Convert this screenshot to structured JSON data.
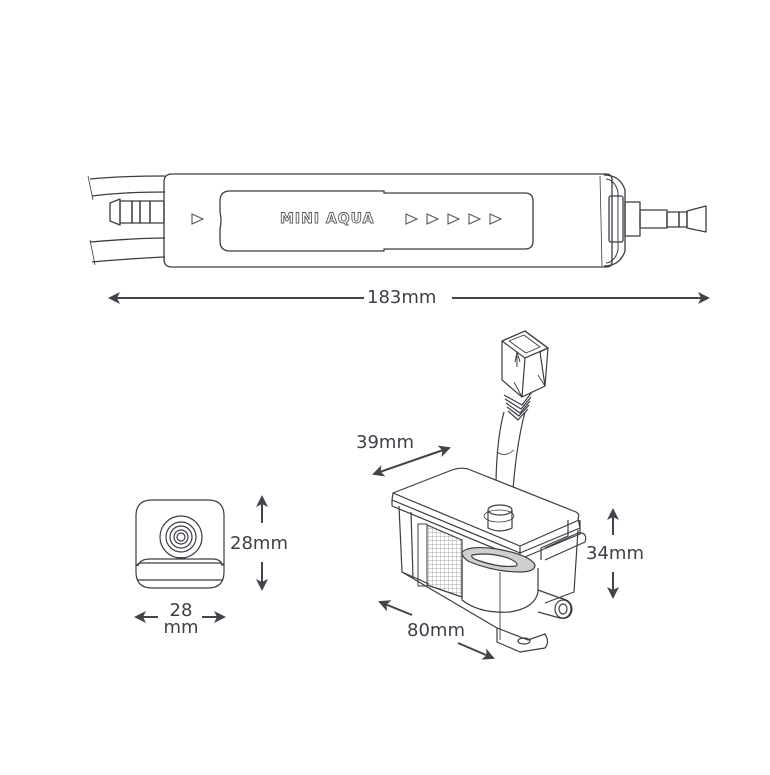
{
  "colors": {
    "line": "#3a3d44",
    "arrow": "#40444c",
    "text": "#3c4049",
    "background": "#ffffff",
    "accent_grey": "#c8c8c8"
  },
  "top_view": {
    "product_name": "MINI AQUA",
    "flow_arrows_left": 1,
    "flow_arrows_right": 5,
    "flow_arrow_icon": "triangle-right-outline-icon"
  },
  "dimensions": {
    "length": {
      "label": "183mm",
      "value": 183,
      "unit": "mm",
      "orientation": "horizontal"
    },
    "end_height": {
      "label": "28mm",
      "value": 28,
      "unit": "mm",
      "orientation": "vertical"
    },
    "end_width": {
      "label_line1": "28",
      "label_line2": "mm",
      "value": 28,
      "unit": "mm",
      "orientation": "horizontal"
    },
    "pump_depth": {
      "label": "39mm",
      "value": 39,
      "unit": "mm",
      "orientation": "diagonal"
    },
    "pump_height": {
      "label": "34mm",
      "value": 34,
      "unit": "mm",
      "orientation": "vertical"
    },
    "pump_length": {
      "label": "80mm",
      "value": 80,
      "unit": "mm",
      "orientation": "diagonal"
    }
  },
  "views": [
    {
      "name": "Top view of inline pump",
      "icon": "pump-body-icon"
    },
    {
      "name": "End view",
      "icon": "pump-end-icon"
    },
    {
      "name": "Reservoir / float switch unit (isometric)",
      "icon": "reservoir-unit-icon"
    }
  ]
}
